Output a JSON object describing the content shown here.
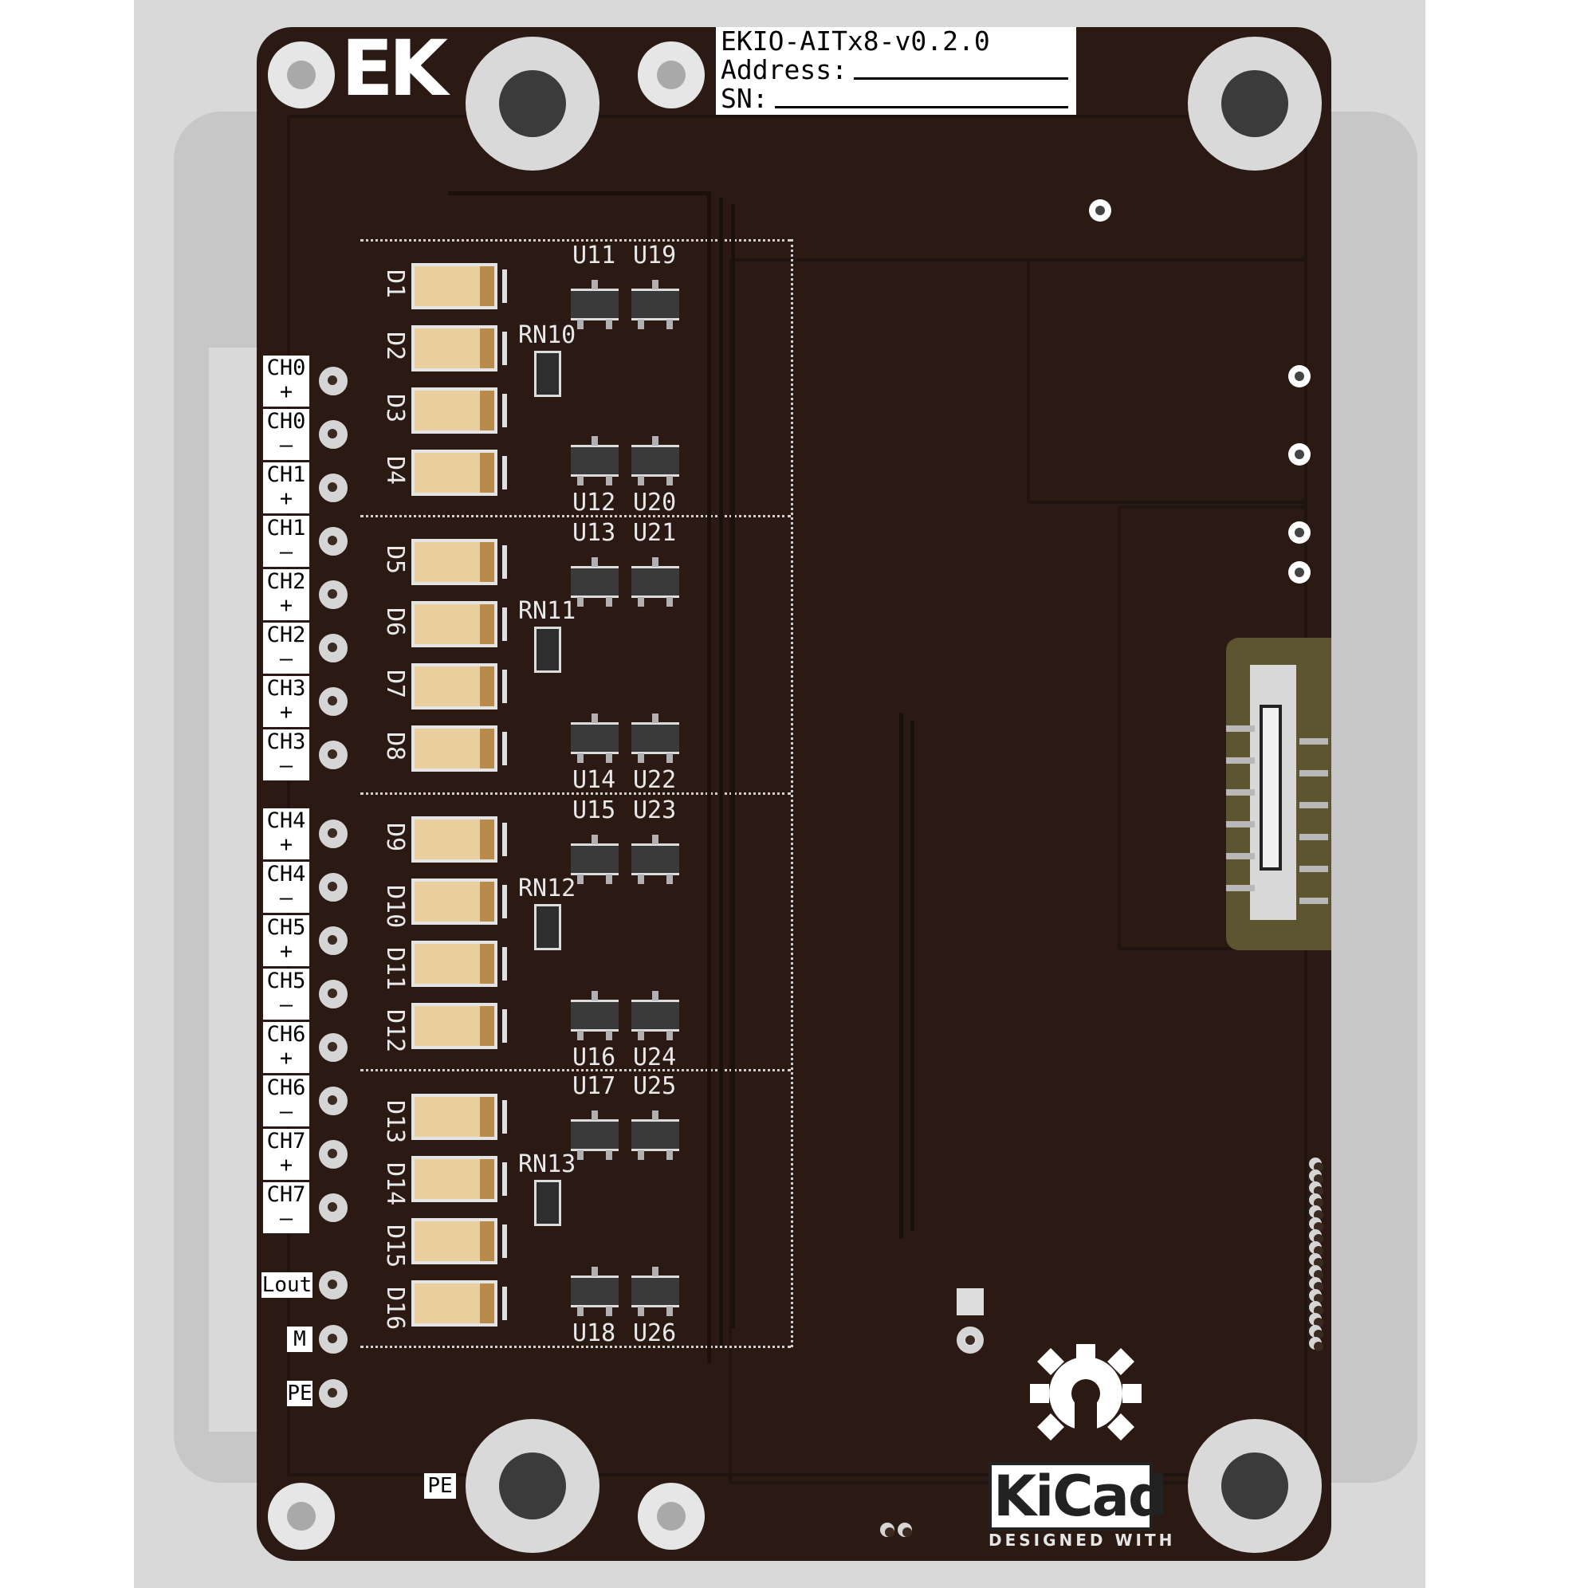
{
  "logo": "EK",
  "title_block": {
    "board": "EKIO-AITx8-v0.2.0",
    "address_label": "Address:",
    "sn_label": "SN:"
  },
  "channel_labels": [
    {
      "name": "CH0",
      "sign": "+"
    },
    {
      "name": "CH0",
      "sign": "—"
    },
    {
      "name": "CH1",
      "sign": "+"
    },
    {
      "name": "CH1",
      "sign": "—"
    },
    {
      "name": "CH2",
      "sign": "+"
    },
    {
      "name": "CH2",
      "sign": "—"
    },
    {
      "name": "CH3",
      "sign": "+"
    },
    {
      "name": "CH3",
      "sign": "—"
    },
    {
      "name": "CH4",
      "sign": "+"
    },
    {
      "name": "CH4",
      "sign": "—"
    },
    {
      "name": "CH5",
      "sign": "+"
    },
    {
      "name": "CH5",
      "sign": "—"
    },
    {
      "name": "CH6",
      "sign": "+"
    },
    {
      "name": "CH6",
      "sign": "—"
    },
    {
      "name": "CH7",
      "sign": "+"
    },
    {
      "name": "CH7",
      "sign": "—"
    }
  ],
  "terminal_labels": [
    "Lout",
    "M",
    "PE"
  ],
  "diodes": [
    "D1",
    "D2",
    "D3",
    "D4",
    "D5",
    "D6",
    "D7",
    "D8",
    "D9",
    "D10",
    "D11",
    "D12",
    "D13",
    "D14",
    "D15",
    "D16"
  ],
  "resistor_networks": [
    "RN10",
    "RN11",
    "RN12",
    "RN13"
  ],
  "transistor_groups": [
    {
      "top": [
        "U11",
        "U19"
      ],
      "bottom": [
        "U12",
        "U20"
      ]
    },
    {
      "top": [
        "U13",
        "U21"
      ],
      "bottom": [
        "U14",
        "U22"
      ]
    },
    {
      "top": [
        "U15",
        "U23"
      ],
      "bottom": [
        "U16",
        "U24"
      ]
    },
    {
      "top": [
        "U17",
        "U25"
      ],
      "bottom": [
        "U18",
        "U26"
      ]
    }
  ],
  "bottom_pe_label": "PE",
  "kicad": {
    "logo": "KiCad",
    "tagline": "DESIGNED WITH"
  },
  "colors": {
    "board": "#2b1a14",
    "silkscreen": "#e9e9e9",
    "diode_body": "#e9cf9e",
    "connector_gold": "#5c5530"
  }
}
